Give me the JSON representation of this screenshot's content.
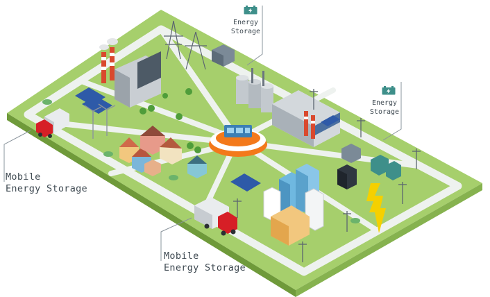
{
  "labels": {
    "energy_storage_top": {
      "line1": "Energy",
      "line2": "Storage"
    },
    "energy_storage_right": {
      "line1": "Energy",
      "line2": "Storage"
    },
    "mobile_storage_left": {
      "line1": "Mobile",
      "line2": "Energy Storage"
    },
    "mobile_storage_bottom": {
      "line1": "Mobile",
      "line2": "Energy Storage"
    }
  },
  "icons": {
    "storage_badge": "battery-icon",
    "lightning": "lightning-bolt-icon",
    "control_center": "control-center-icon"
  },
  "colors": {
    "grass": "#a6cf6c",
    "grass_side": "#6f9a3a",
    "road": "#eef2ef",
    "accent_orange": "#f3791b",
    "truck_red": "#d61f26",
    "lightning_yellow": "#f5d000",
    "label_text": "#3f4a52",
    "battery_teal": "#3e8f8a"
  }
}
